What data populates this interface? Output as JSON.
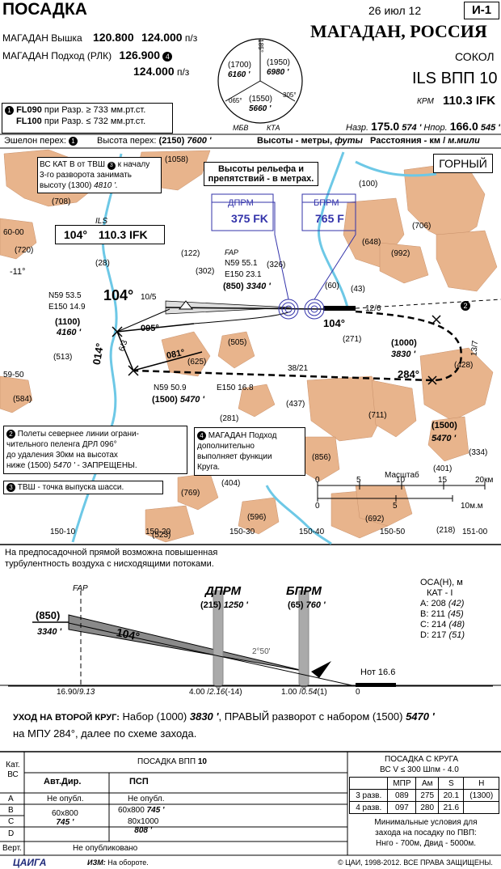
{
  "header": {
    "title": "ПОСАДКА",
    "date": "26 июл 12",
    "chart_id": "И-1",
    "airport": "МАГАДАН, РОССИЯ",
    "airport_name": "СОКОЛ",
    "procedure": "ILS ВПП 10",
    "krm_label": "КРМ",
    "krm_value": "110.3 IFK",
    "freq1_label": "МАГАДАН Вышка",
    "freq1_a": "120.800",
    "freq1_b": "124.000",
    "freq1_unit": "п/з",
    "freq2_label": "МАГАДАН Подход (РЛК)",
    "freq2_a": "126.900",
    "freq2_note": "4",
    "freq2_b": "124.000",
    "freq2_unit": "п/з",
    "naz_label": "Назр.",
    "naz_value": "175.0",
    "naz_ft": "574 '",
    "npor_label": "Нпор.",
    "npor_value": "166.0",
    "npor_ft": "545 '"
  },
  "msa": {
    "s1": "(1700)",
    "s1ft": "6160 '",
    "s2": "(1950)",
    "s2ft": "6980 '",
    "s3": "(1550)",
    "s3ft": "5660 '",
    "r185": "185°",
    "r065": "065°",
    "r305": "305°",
    "center_a": "МБВ",
    "center_b": "КТА"
  },
  "notes": {
    "n1_num": "1",
    "fl090": "FL090",
    "fl090_text": "при Разр. ≥ 733 мм.рт.ст.",
    "fl100": "FL100",
    "fl100_text": "при Разр. ≤ 732 мм.рт.ст.",
    "echelon_label": "Эшелон перех:",
    "echelon_ref": "1",
    "alt_trans_label": "Высота перех:",
    "alt_trans_value": "(2150)",
    "alt_trans_ft": "7600 '",
    "units_a": "Высоты - метры,",
    "units_b": "футы",
    "units_c": "Расстояния - км /",
    "units_d": "м.мили"
  },
  "map": {
    "mountain_label": "ГОРНЫЙ",
    "terrain_note_1": "Высоты рельефа и",
    "terrain_note_2": "препятствий - в метрах.",
    "vs_kat_1": "ВС КАТ В от ТВШ",
    "vs_kat_ref": "3",
    "vs_kat_2": "к началу",
    "vs_kat_3": "3-го разворота занимать",
    "vs_kat_4": "высоту (1300)",
    "vs_kat_5": "4810 '.",
    "ils_label": "ILS",
    "ils_course": "104°",
    "ils_freq": "110.3 IFK",
    "dprm_label": "ДПРМ",
    "dprm_freq": "375 FK",
    "bprm_label": "БПРМ",
    "bprm_freq": "765 F",
    "fap": "FAP",
    "fap_n": "N59 55.1",
    "fap_e": "E150 23.1",
    "fap_alt": "(850)",
    "fap_ft": "3340 '",
    "wp1_n": "N59 53.5",
    "wp1_e": "E150 14.9",
    "wp1_alt": "(1100)",
    "wp1_ft": "4160 '",
    "wp2_n": "N59 50.9",
    "wp2_e": "E150 16.8",
    "wp2_alt": "(1500)",
    "wp2_ft": "5470 '",
    "crs104_big": "104°",
    "crs104": "104°",
    "crs095": "095°",
    "crs081": "081°",
    "crs014": "014°",
    "crs284": "284°",
    "d10_5": "10/5",
    "d6_3": "6/3",
    "d12_6": "12/6",
    "d38_21": "38/21",
    "d13_7": "13/7",
    "alt1000": "(1000)",
    "alt1000ft": "3830 '",
    "alt1500": "(1500)",
    "alt1500ft": "5470 '",
    "circle2": "2",
    "lat_left": "60-00",
    "lat_left2": "59-50",
    "var": "-11°",
    "note2_num": "2",
    "note2_1": "Полеты севернее линии ограни-",
    "note2_2": "чительного пеленга ДРЛ 096°",
    "note2_3": "до удаления 30км на высотах",
    "note2_4": "ниже (1500)",
    "note2_5": "5470 '",
    "note2_6": "- ЗАПРЕЩЕНЫ.",
    "note3_num": "3",
    "note3": "ТВШ - точка выпуска шасси.",
    "note4_num": "4",
    "note4_1": "МАГАДАН Подход",
    "note4_2": "дополнительно",
    "note4_3": "выполняет функции",
    "note4_4": "Круга.",
    "scale_label": "Масштаб",
    "scale_km": [
      "0",
      "5",
      "10",
      "15",
      "20км"
    ],
    "scale_nm": [
      "0",
      "5",
      "10м.м"
    ],
    "lon_labels": [
      "150-10",
      "150-20",
      "150-30",
      "150-40",
      "150-50",
      "151-00"
    ],
    "elevations": [
      "(1058)",
      "(708)",
      "(720)",
      "(28)",
      "(122)",
      "(302)",
      "(326)",
      "(100)",
      "(706)",
      "(648)",
      "(992)",
      "(60)",
      "(43)",
      "(271)",
      "(505)",
      "(625)",
      "(513)",
      "(584)",
      "(437)",
      "(281)",
      "(428)",
      "(711)",
      "(856)",
      "(404)",
      "(769)",
      "(596)",
      "(692)",
      "(401)",
      "(334)",
      "(523)",
      "(218)"
    ]
  },
  "profile": {
    "turb_1": "На предпосадочной прямой возможна повышенная",
    "turb_2": "турбулентность воздуха с нисходящими потоками.",
    "fap": "FAP",
    "alt850": "(850)",
    "alt850ft": "3340 '",
    "crs": "104°",
    "dprm": "ДПРМ",
    "dprm_alt": "(215)",
    "dprm_ft": "1250 '",
    "bprm": "БПРМ",
    "bprm_alt": "(65)",
    "bprm_ft": "760 '",
    "glide": "2°50'",
    "nport": "Нот 16.6",
    "zero": "0",
    "d1": "16.90/",
    "d1b": "9.13",
    "d2": "4.00 /",
    "d2b": "2.16",
    "d2c": "(-14)",
    "d3": "1.00 /",
    "d3b": "0.54",
    "d3c": "(1)",
    "osa_title": "OCA(H), м",
    "osa_kat": "КАТ - I",
    "osa_a": "A: 208",
    "osa_a2": "(42)",
    "osa_b": "B: 211",
    "osa_b2": "(45)",
    "osa_c": "C: 214",
    "osa_c2": "(48)",
    "osa_d": "D: 217",
    "osa_d2": "(51)"
  },
  "missed": {
    "label": "УХОД НА ВТОРОЙ КРУГ:",
    "t1": "Набор (1000)",
    "t2": "3830 '",
    "t3": ", ПРАВЫЙ разворот с набором (1500)",
    "t4": "5470 '",
    "t5": "на МПУ 284°, далее по схеме захода."
  },
  "minima": {
    "kat_label_1": "Кат.",
    "kat_label_2": "ВС",
    "title": "ПОСАДКА ВПП",
    "title_rwy": "10",
    "col_avt": "Авт.Дир.",
    "col_psp": "ПСП",
    "rows": [
      "A",
      "B",
      "C",
      "D",
      "Верт."
    ],
    "a_avt": "Не опубл.",
    "a_psp": "Не опубл.",
    "b_avt": "60x800",
    "b_avt_ft": "745 '",
    "b_psp": "60x800",
    "b_psp_ft": "745 '",
    "c_psp": "80x1000",
    "c_psp_ft": "808 '",
    "vert": "Не опубликовано",
    "circ_title": "ПОСАДКА С КРУГА",
    "circ_sub": "ВС V ≤ 300  Шпм - 4.0",
    "circ_cols": [
      "МПР",
      "Ам",
      "S",
      "Н"
    ],
    "circ_r1": [
      "3 разв.",
      "089",
      "275",
      "20.1",
      "(1300)"
    ],
    "circ_r2": [
      "4 разв.",
      "097",
      "280",
      "21.6",
      ""
    ],
    "vfr_1": "Минимальные условия для",
    "vfr_2": "захода на посадку по ПВП:",
    "vfr_3": "Ннго - 700м, Двид - 5000м."
  },
  "footer": {
    "logo": "ЦАИГА",
    "izm": "ИЗМ:",
    "izm_text": "На обороте.",
    "copyright": "© ЦАИ, 1998-2012. ВСЕ ПРАВА ЗАЩИЩЕНЫ."
  },
  "colors": {
    "terrain": "#e8b48c",
    "water": "#6dc8e6",
    "navaid": "#3333aa"
  }
}
